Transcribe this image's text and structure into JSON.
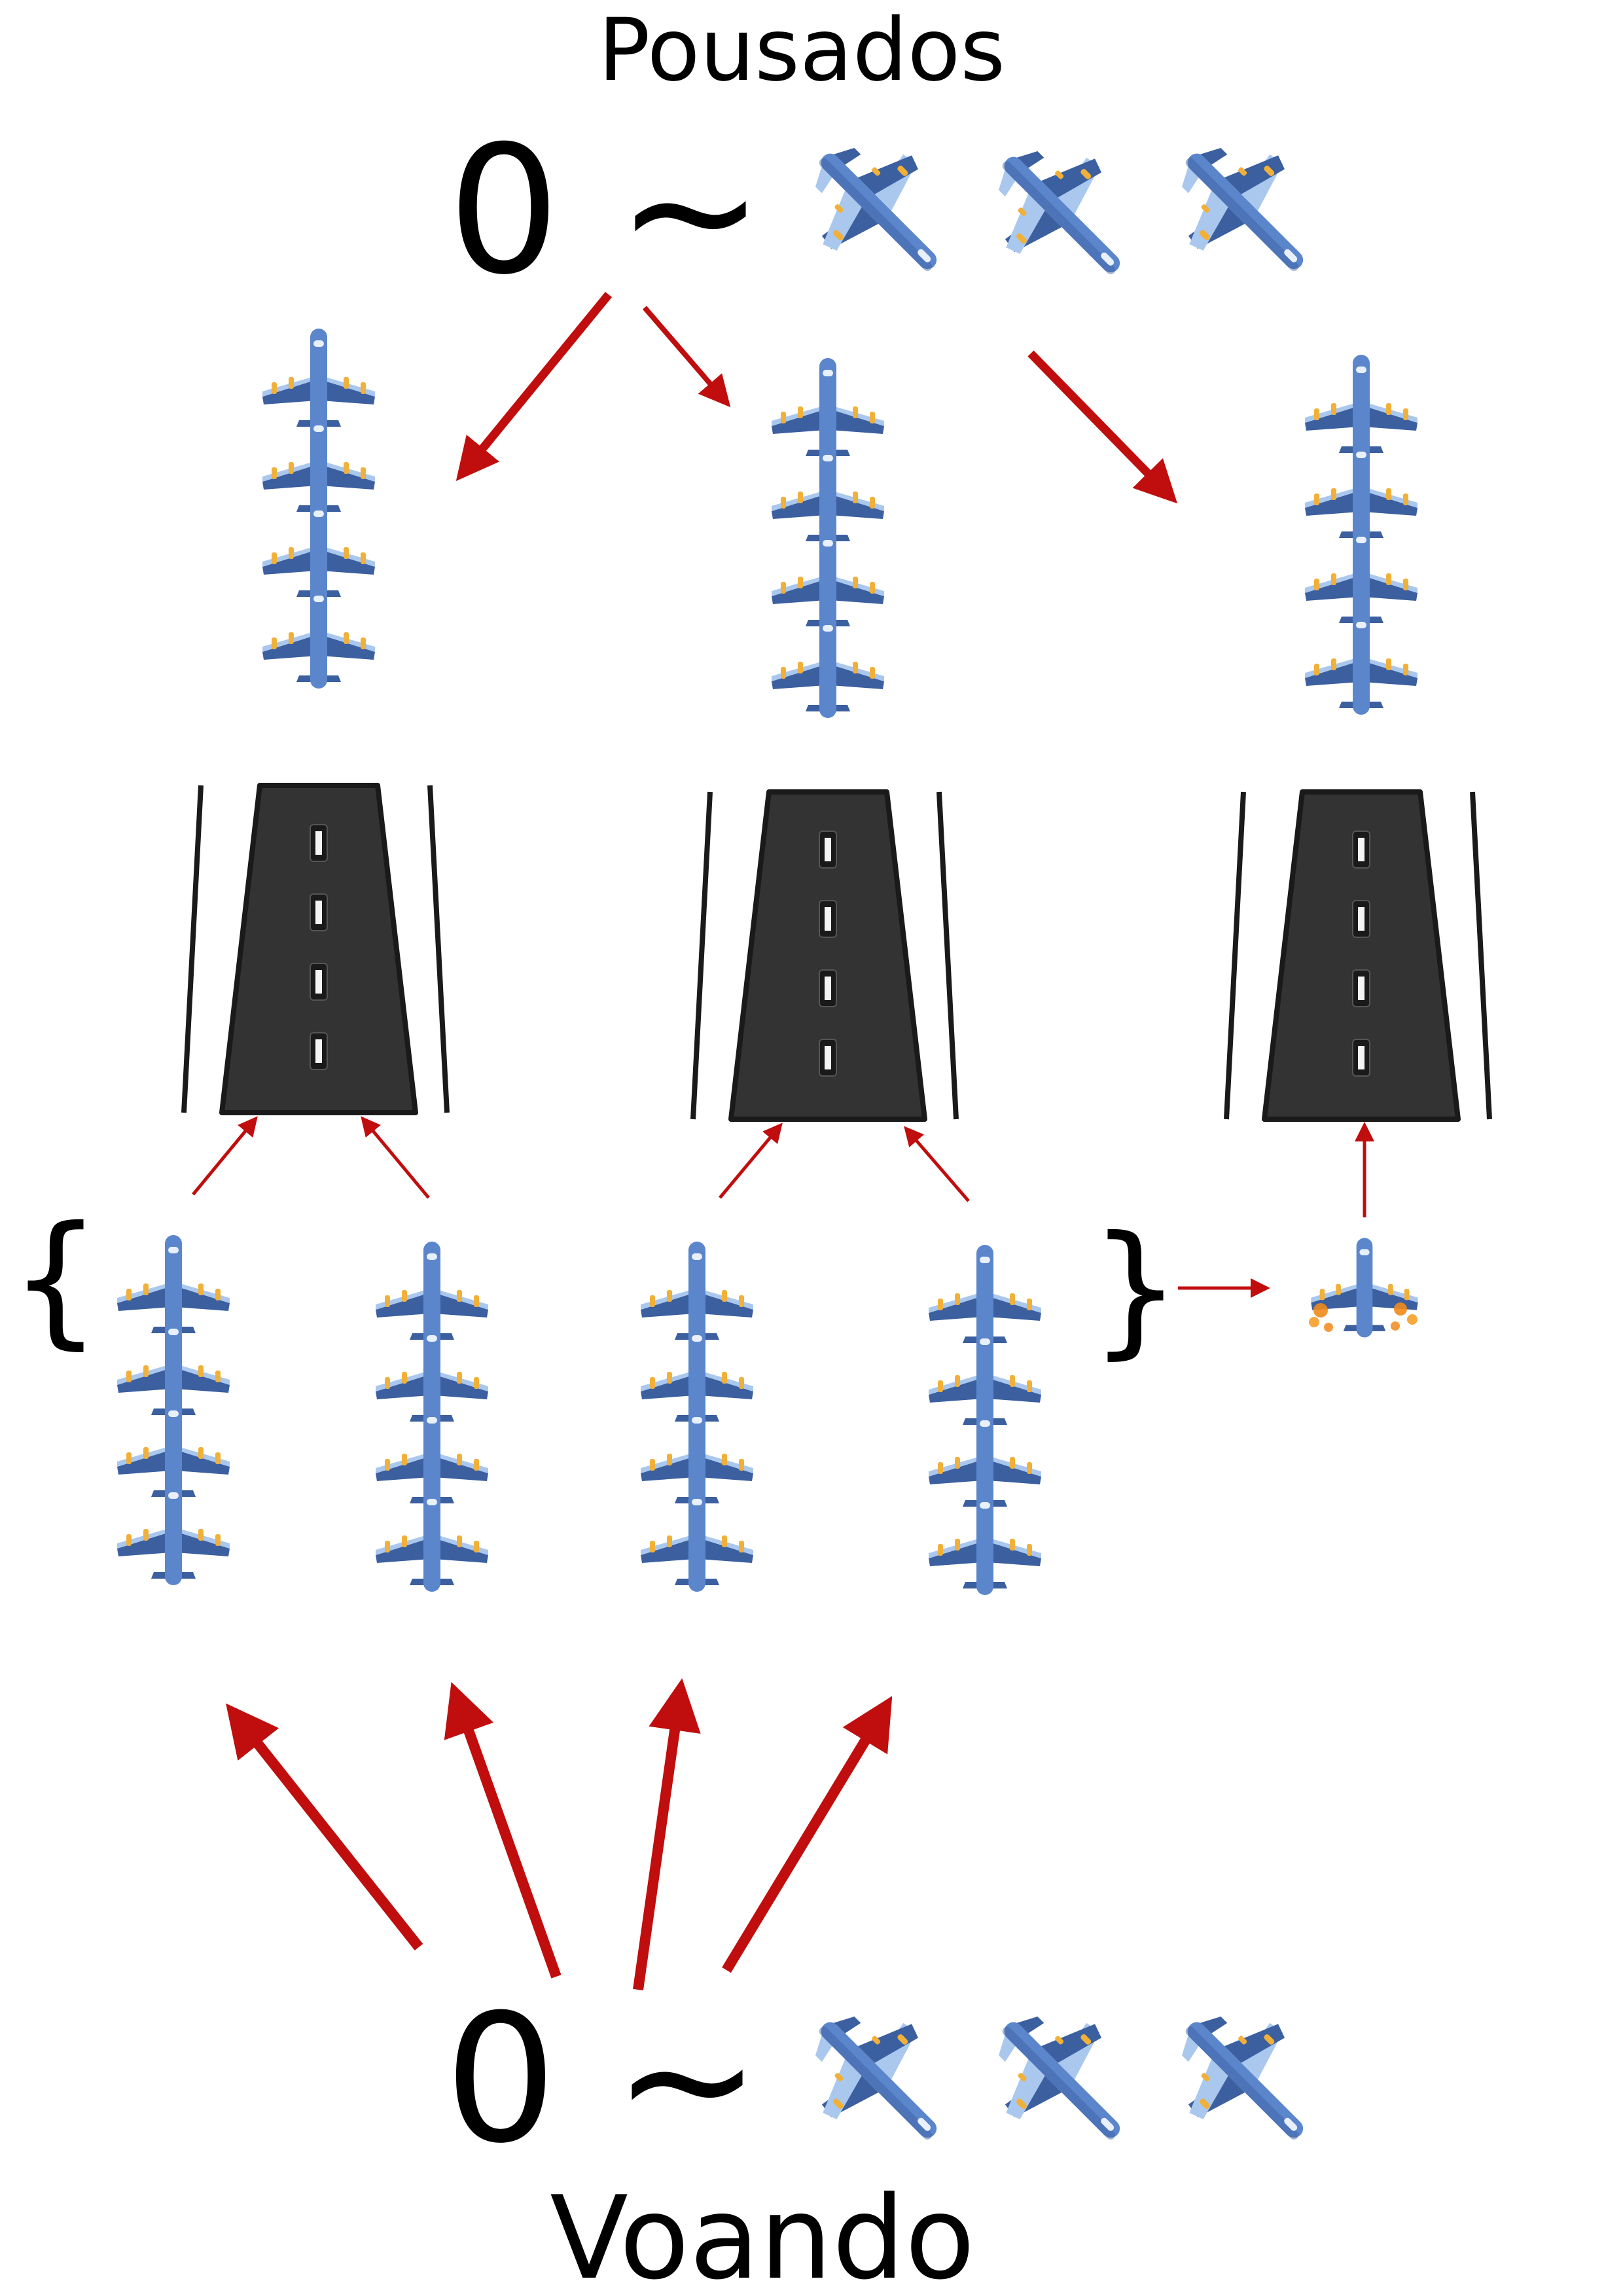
{
  "top": {
    "label": "Pousados",
    "count": "0",
    "tilde": "~"
  },
  "bottom": {
    "label": "Voando",
    "count": "0",
    "tilde": "~"
  },
  "brackets": {
    "open": "{",
    "close": "}"
  },
  "colors": {
    "plane_body": "#5b86cc",
    "plane_dark": "#3b5f9f",
    "plane_light": "#aac8ee",
    "engine": "#f0b03a",
    "runway": "#333333",
    "arrow": "#c00d0d",
    "crash": "#f08a1a"
  },
  "icons": {
    "plane_diagonal": "airplane-icon",
    "plane_vertical": "airplane-topview-icon",
    "runway": "runway-icon",
    "crashed_plane": "burning-airplane-icon",
    "arrow": "arrow-icon"
  },
  "structure": {
    "landed_stacks": 3,
    "runways": 3,
    "flying_stacks": 4,
    "planes_per_stack": 4,
    "icons_per_sequence": 3
  }
}
